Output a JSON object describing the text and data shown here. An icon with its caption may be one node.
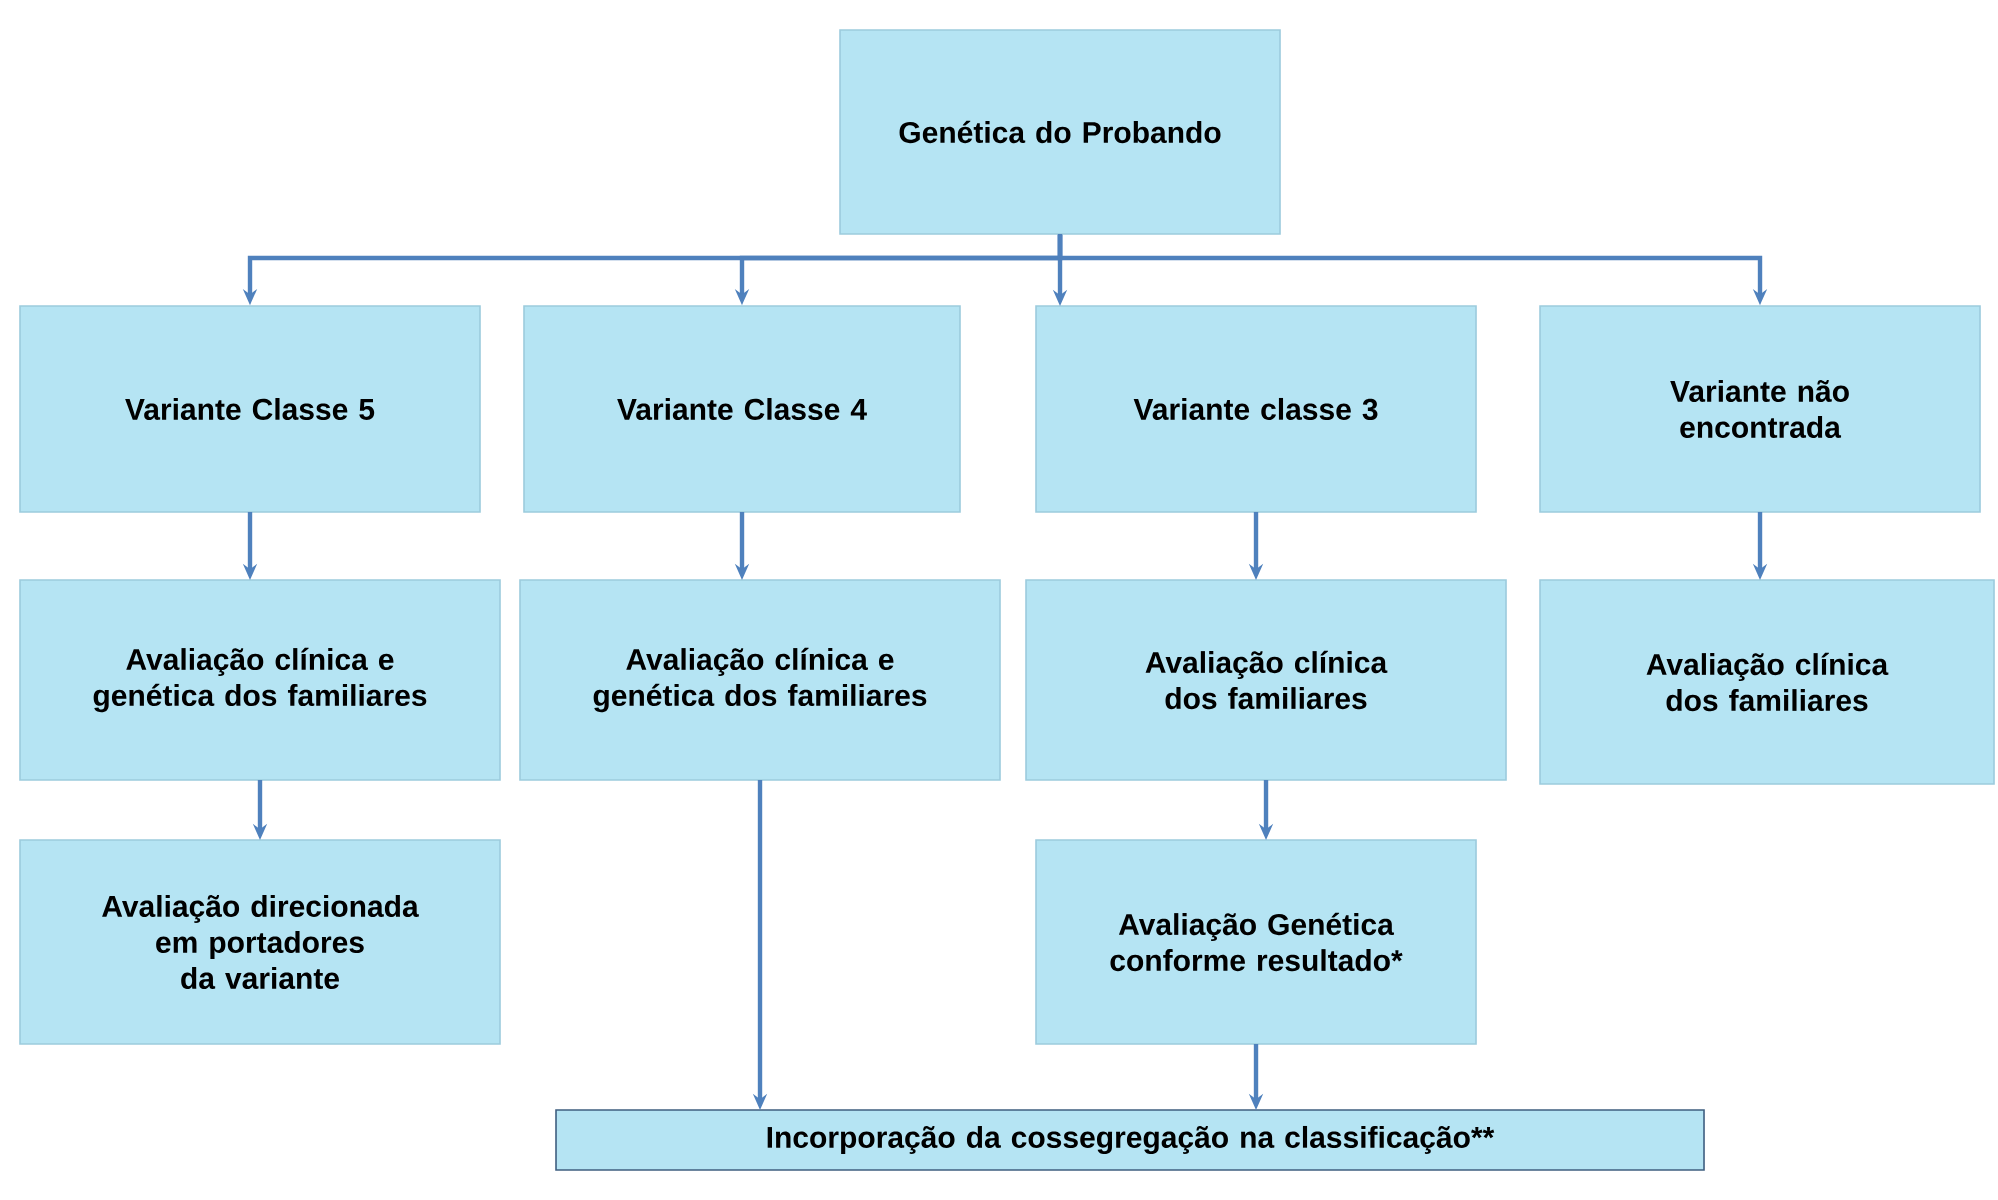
{
  "diagram": {
    "nodes": [
      {
        "text": [
          "Genética do Probando"
        ]
      },
      {
        "text": [
          "Variante Classe 5"
        ]
      },
      {
        "text": [
          "Variante Classe 4"
        ]
      },
      {
        "text": [
          "Variante classe 3"
        ]
      },
      {
        "text": [
          "Variante não encontrada"
        ]
      },
      {
        "text": [
          "Avaliação clínica e genética dos familiares"
        ]
      },
      {
        "text": [
          "Avaliação clínica e genética dos familiares"
        ]
      },
      {
        "text": [
          "Avaliação clínica dos familiares"
        ]
      },
      {
        "text": [
          "Avaliação clínica dos familiares"
        ]
      },
      {
        "text": [
          "Avaliação direcionada em portadores da variante"
        ]
      },
      {
        "text": [
          "Avaliação Genética conforme resultado*"
        ]
      },
      {
        "text": [
          "Incorporação da cossegregação na classificação**"
        ]
      }
    ],
    "edges": [
      {
        "from": 0,
        "to": 1,
        "arrow": "to"
      },
      {
        "from": 0,
        "to": 2,
        "arrow": "to"
      },
      {
        "from": 0,
        "to": 3,
        "arrow": "to"
      },
      {
        "from": 0,
        "to": 4,
        "arrow": "to"
      },
      {
        "from": 1,
        "to": 5,
        "arrow": "to"
      },
      {
        "from": 2,
        "to": 6,
        "arrow": "to"
      },
      {
        "from": 3,
        "to": 7,
        "arrow": "to"
      },
      {
        "from": 4,
        "to": 8,
        "arrow": "to"
      },
      {
        "from": 5,
        "to": 9,
        "arrow": "to"
      },
      {
        "from": 7,
        "to": 10,
        "arrow": "to"
      },
      {
        "from": 6,
        "to": 11,
        "arrow": "to"
      },
      {
        "from": 10,
        "to": 11,
        "arrow": "to"
      }
    ]
  }
}
